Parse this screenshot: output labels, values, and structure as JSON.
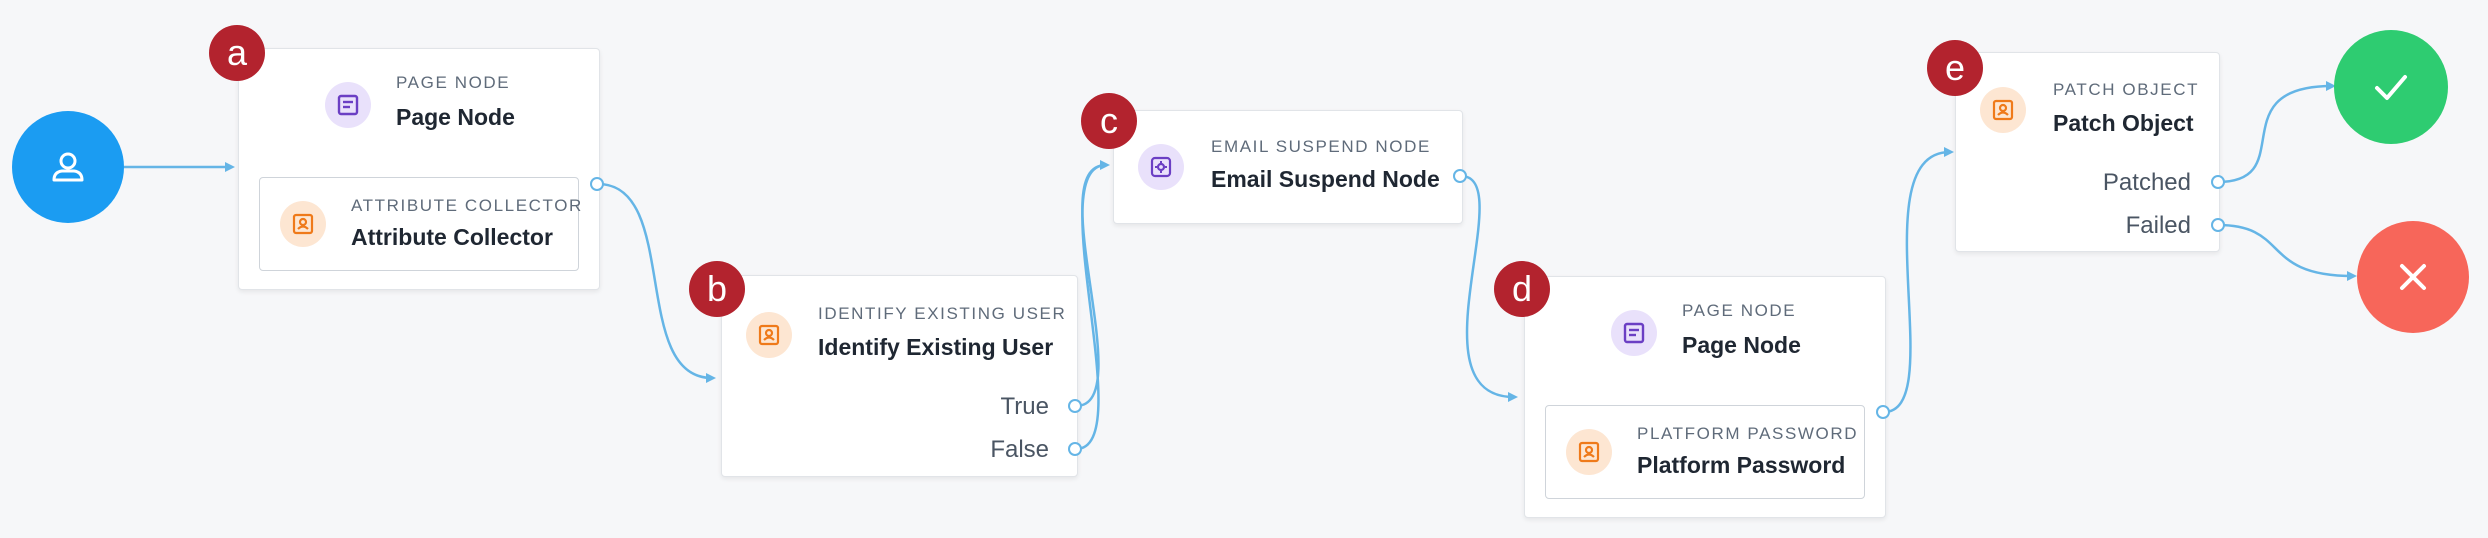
{
  "colors": {
    "start": "#1b9cf2",
    "success": "#2ecc71",
    "failure": "#f7665a",
    "badge": "#b3232e",
    "connector": "#65b5e6"
  },
  "start_node": {
    "icon": "user-icon"
  },
  "success_node": {
    "icon": "check-icon"
  },
  "failure_node": {
    "icon": "x-icon"
  },
  "nodes": {
    "page1": {
      "badge": "a",
      "type": "PAGE NODE",
      "title": "Page Node",
      "icon": "page-icon",
      "child": {
        "type": "ATTRIBUTE COLLECTOR",
        "title": "Attribute Collector",
        "icon": "contact-card-icon"
      }
    },
    "identify": {
      "badge": "b",
      "type": "IDENTIFY EXISTING USER",
      "title": "Identify Existing User",
      "icon": "contact-card-icon",
      "outcomes": [
        "True",
        "False"
      ]
    },
    "email": {
      "badge": "c",
      "type": "EMAIL SUSPEND NODE",
      "title": "Email Suspend Node",
      "icon": "gear-icon"
    },
    "page2": {
      "badge": "d",
      "type": "PAGE NODE",
      "title": "Page Node",
      "icon": "page-icon",
      "child": {
        "type": "PLATFORM PASSWORD",
        "title": "Platform Password",
        "icon": "contact-card-icon"
      }
    },
    "patch": {
      "badge": "e",
      "type": "PATCH OBJECT",
      "title": "Patch Object",
      "icon": "contact-card-icon",
      "outcomes": [
        "Patched",
        "Failed"
      ]
    }
  }
}
